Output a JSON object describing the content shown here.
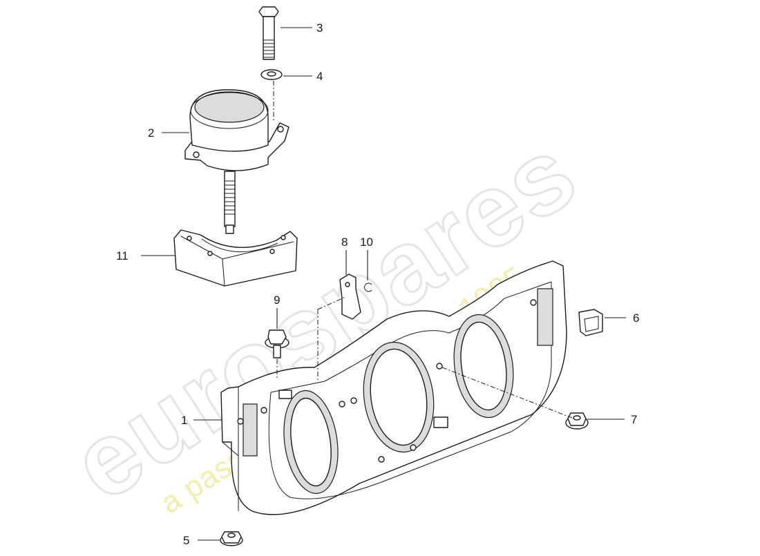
{
  "watermark": {
    "brand": "eurospares",
    "slogan": "a passion for parts since 1985"
  },
  "callouts": {
    "c1": "1",
    "c2": "2",
    "c3": "3",
    "c4": "4",
    "c5": "5",
    "c6": "6",
    "c7": "7",
    "c8": "8",
    "c9": "9",
    "c10": "10",
    "c11": "11"
  },
  "colors": {
    "line": "#1a1a1a",
    "watermark_outline": "#e4e4e4",
    "watermark_slogan": "#efe98a"
  }
}
